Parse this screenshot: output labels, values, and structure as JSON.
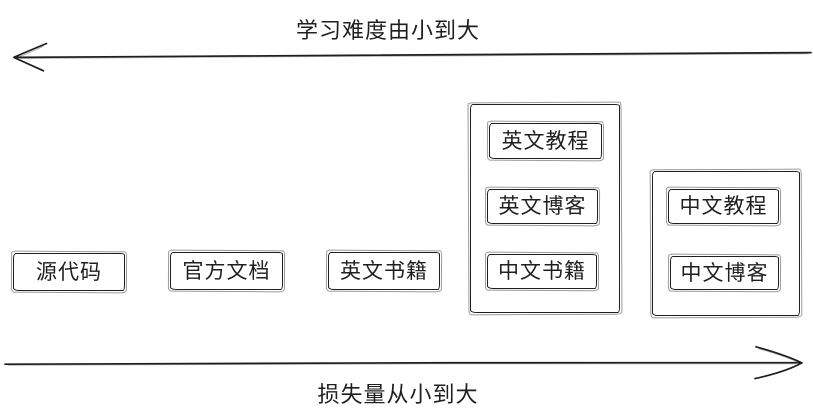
{
  "diagram": {
    "top_axis": {
      "label": "学习难度由小到大",
      "direction": "left"
    },
    "bottom_axis": {
      "label": "损失量从小到大",
      "direction": "right"
    },
    "items": [
      {
        "label": "源代码"
      },
      {
        "label": "官方文档"
      },
      {
        "label": "英文书籍"
      }
    ],
    "groups": [
      {
        "items": [
          {
            "label": "英文教程"
          },
          {
            "label": "英文博客"
          },
          {
            "label": "中文书籍"
          }
        ]
      },
      {
        "items": [
          {
            "label": "中文教程"
          },
          {
            "label": "中文博客"
          }
        ]
      }
    ],
    "colors": {
      "ink": "#1f1f1f",
      "background": "#ffffff"
    }
  }
}
